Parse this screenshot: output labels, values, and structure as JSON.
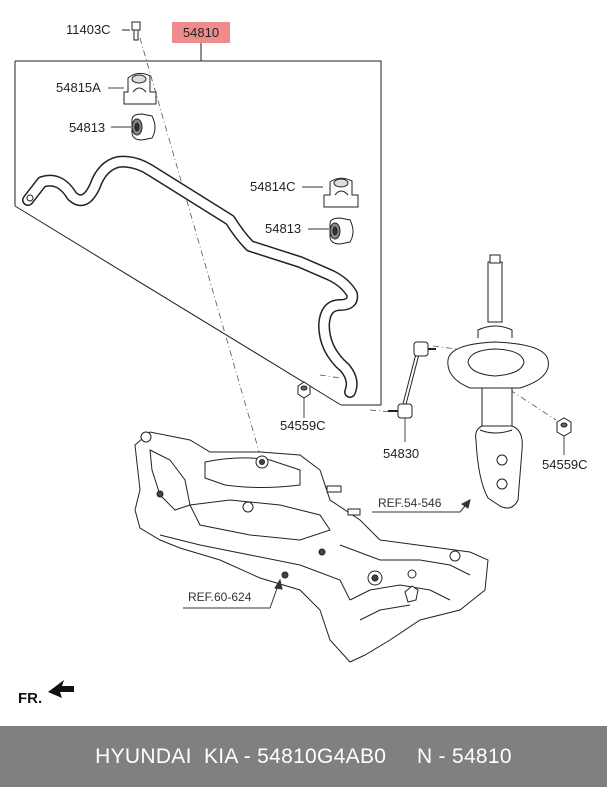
{
  "callouts": {
    "bolt": "11403C",
    "assembly": "54810",
    "bracket_a": "54815A",
    "bushing_left": "54813",
    "bracket_c": "54814C",
    "bushing_right": "54813",
    "nut_left": "54559C",
    "link": "54830",
    "nut_right": "54559C"
  },
  "refs": {
    "strut": "REF.54-546",
    "subframe": "REF.60-624"
  },
  "direction": "FR.",
  "footer": {
    "brand": "HYUNDAI  KIA - 54810G4AB0",
    "number": "N - 54810"
  },
  "colors": {
    "highlight": "#ef8b8b",
    "footer_bg": "#808080"
  }
}
